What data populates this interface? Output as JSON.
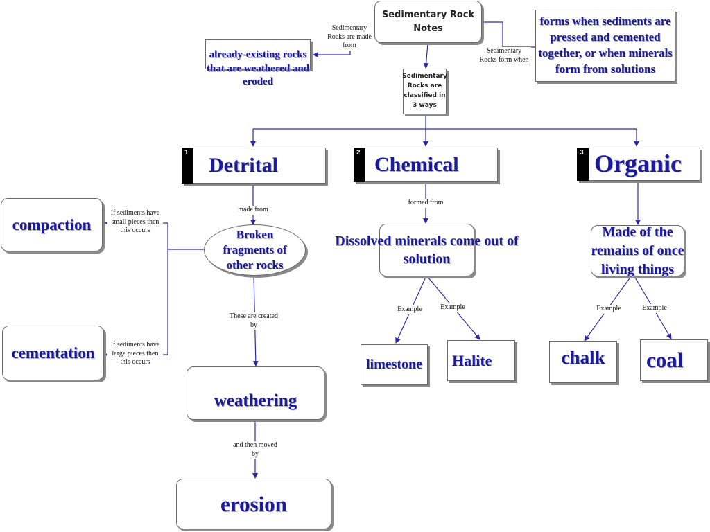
{
  "title": "Sedimentary Rock Notes",
  "made_from_label": "Sedimentary Rocks are made from",
  "made_from_text": "already-existing rocks that are weathered and eroded",
  "form_when_label": "Sedimentary Rocks form when",
  "form_when_text": "forms when sediments are pressed and cemented together, or when minerals form from solutions",
  "classified": "Sedimentary Rocks are classified in 3 ways",
  "categories": [
    {
      "num": "1",
      "name": "Detrital"
    },
    {
      "num": "2",
      "name": "Chemical"
    },
    {
      "num": "3",
      "name": "Organic"
    }
  ],
  "detrital": {
    "made_from_label": "made from",
    "fragments": "Broken fragments of other rocks",
    "small_label": "If sediments have small pieces then this occurs",
    "large_label": "If sediments have large pieces then this occurs",
    "compaction": "compaction",
    "cementation": "cementation",
    "created_by_label": "These are created by",
    "weathering": "weathering",
    "moved_label": "and then moved by",
    "erosion": "erosion"
  },
  "chemical": {
    "formed_from_label": "formed from",
    "dissolved": "Dissolved minerals come out of solution",
    "example_label_1": "Example",
    "example_label_2": "Example",
    "example_1": "limestone",
    "example_2": "Halite"
  },
  "organic": {
    "remains": "Made of the remains of once living things",
    "example_label_1": "Example",
    "example_label_2": "Example",
    "example_1": "chalk",
    "example_2": "coal"
  },
  "colors": {
    "text_blue": "#1b1b9a",
    "line_blue": "#2a2aa8"
  }
}
